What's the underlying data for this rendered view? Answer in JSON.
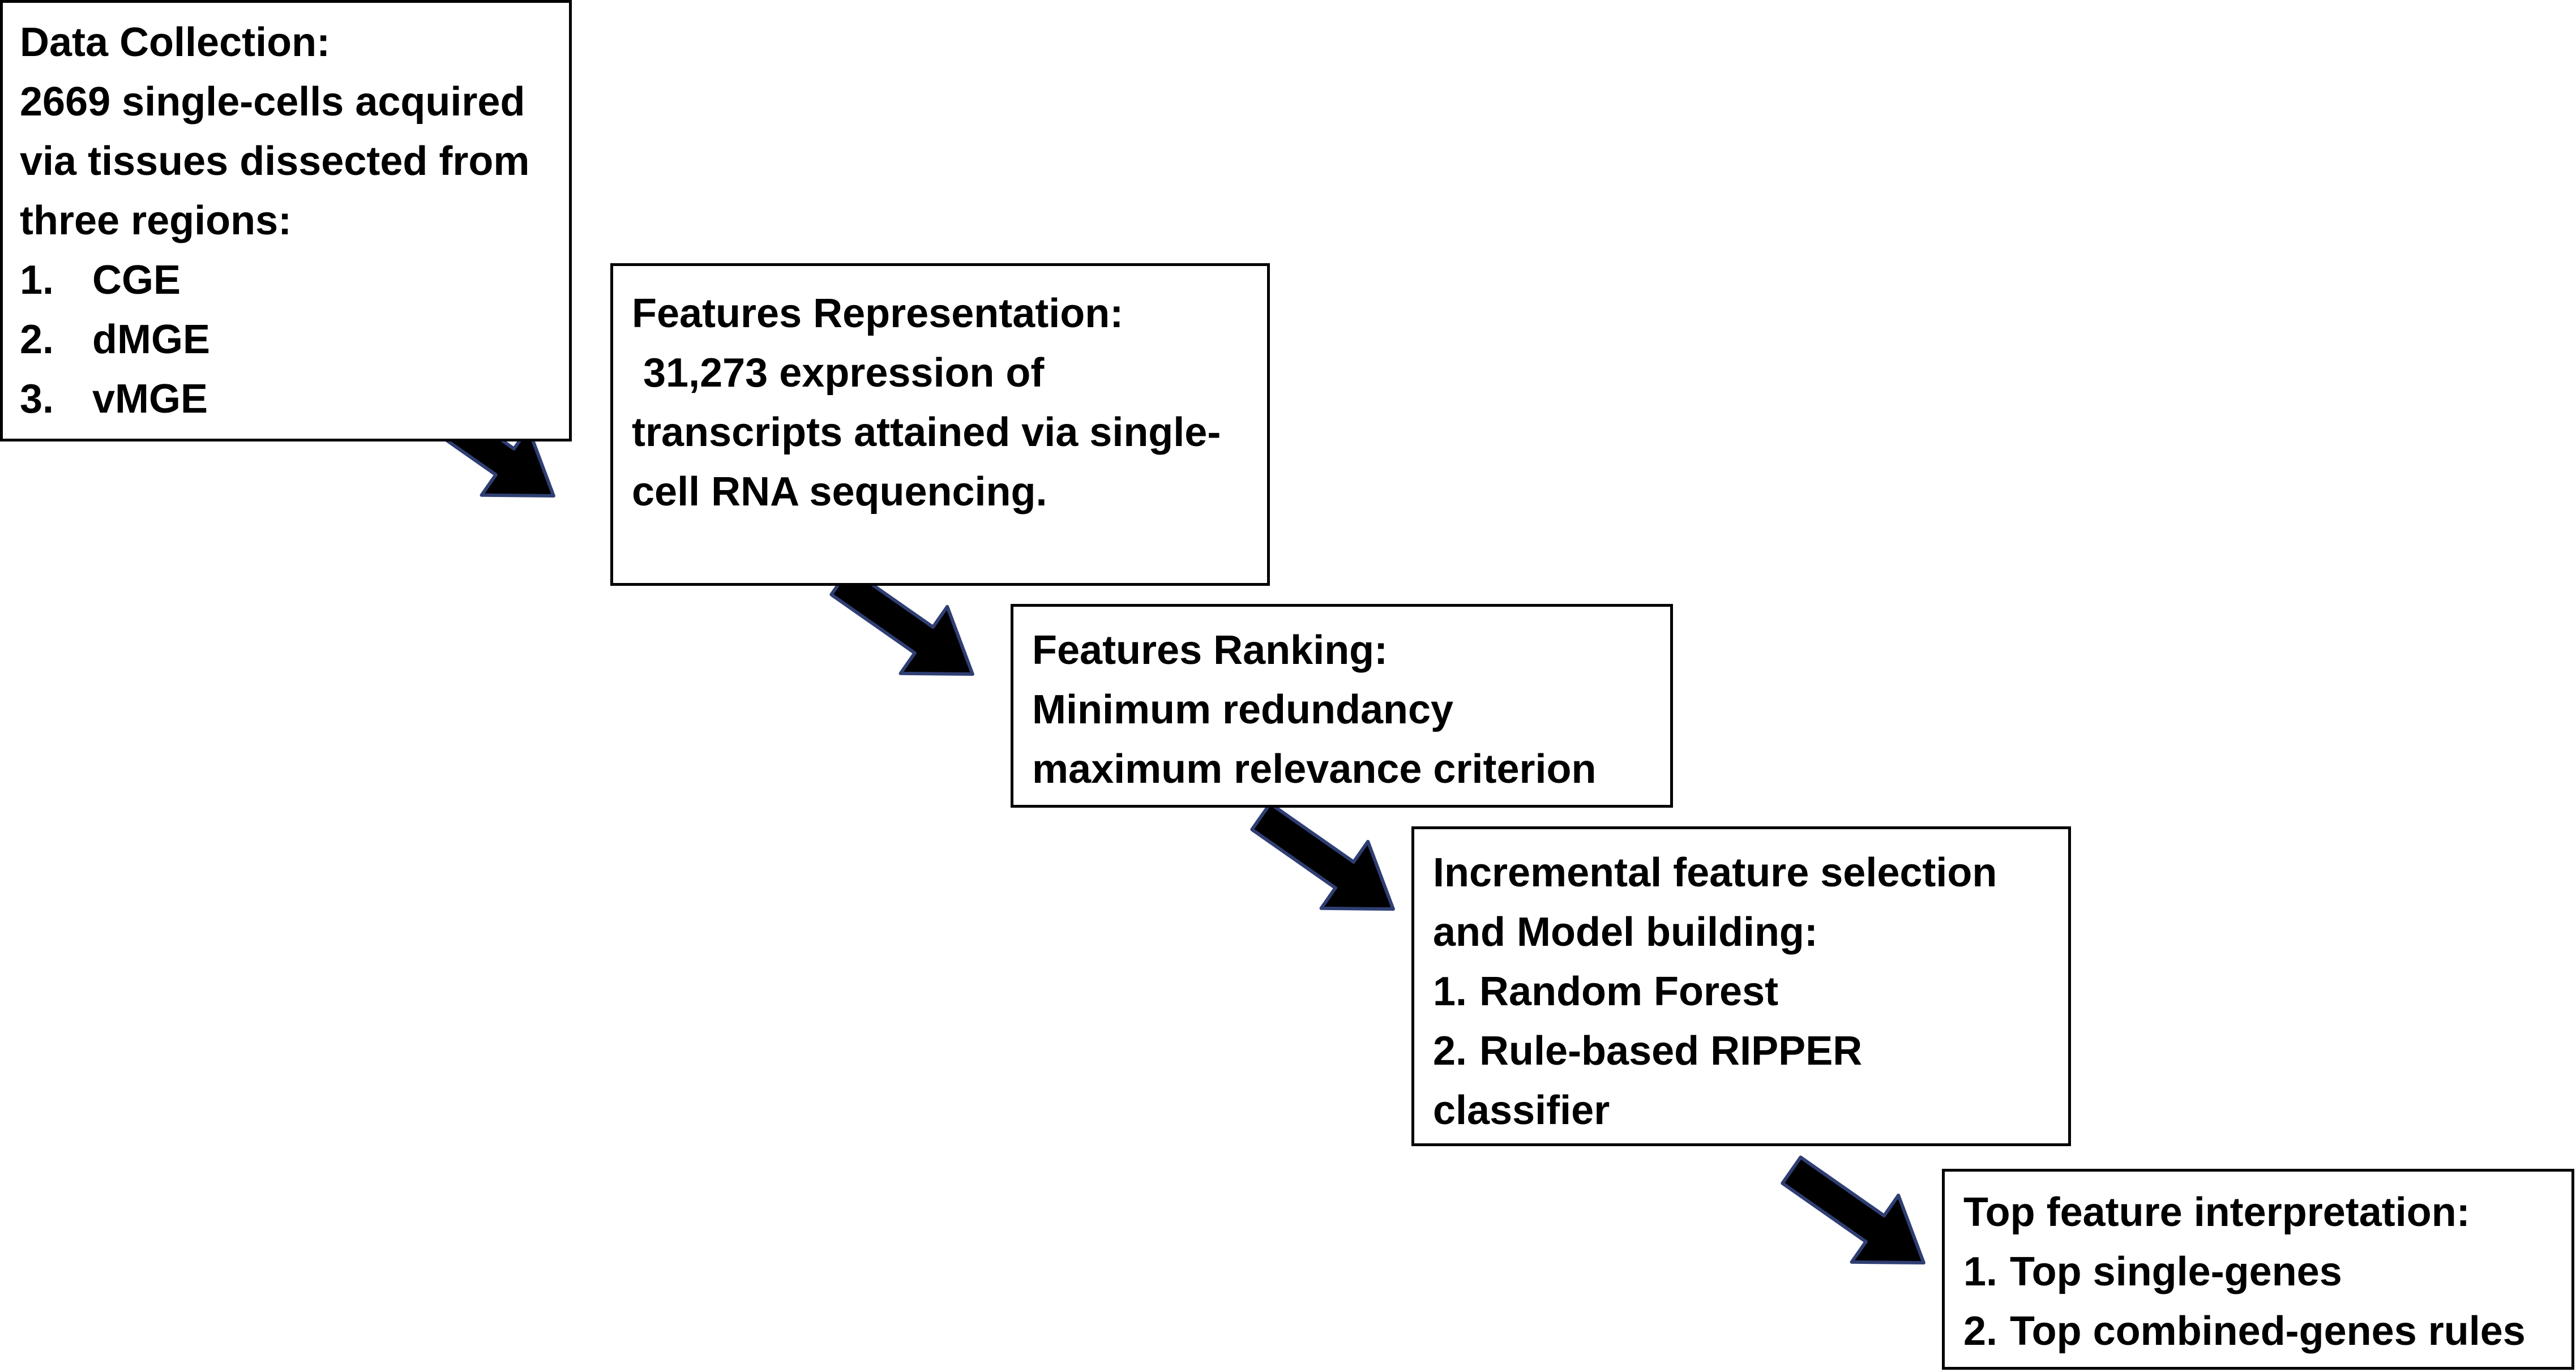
{
  "steps": [
    {
      "title": "Data Collection:",
      "text": [
        "2669 single-cells acquired",
        "via tissues dissected from",
        "three regions:"
      ],
      "items": [
        {
          "num": "1.",
          "label": "CGE"
        },
        {
          "num": "2.",
          "label": "dMGE"
        },
        {
          "num": "3.",
          "label": "vMGE"
        }
      ]
    },
    {
      "title": "Features Representation:",
      "text": [
        " 31,273 expression of",
        "transcripts attained via single-",
        "cell RNA sequencing."
      ]
    },
    {
      "title": "Features Ranking:",
      "text": [
        "Minimum redundancy",
        "maximum relevance criterion"
      ]
    },
    {
      "title": "Incremental feature selection",
      "text": [
        "and Model building:"
      ],
      "items": [
        {
          "num": "1.",
          "label": "Random Forest"
        },
        {
          "num": "2.",
          "label": "Rule-based RIPPER"
        }
      ],
      "tail": "classifier"
    },
    {
      "title": "Top feature interpretation:",
      "items": [
        {
          "num": "1.",
          "label": "Top single-genes"
        },
        {
          "num": "2.",
          "label": "Top combined-genes rules"
        }
      ]
    }
  ],
  "colors": {
    "arrow_fill": "#000000",
    "arrow_stroke": "#2f3f73",
    "box_border": "#000000",
    "text": "#000000"
  },
  "icons": {
    "connector": "arrow-down-right-icon"
  }
}
